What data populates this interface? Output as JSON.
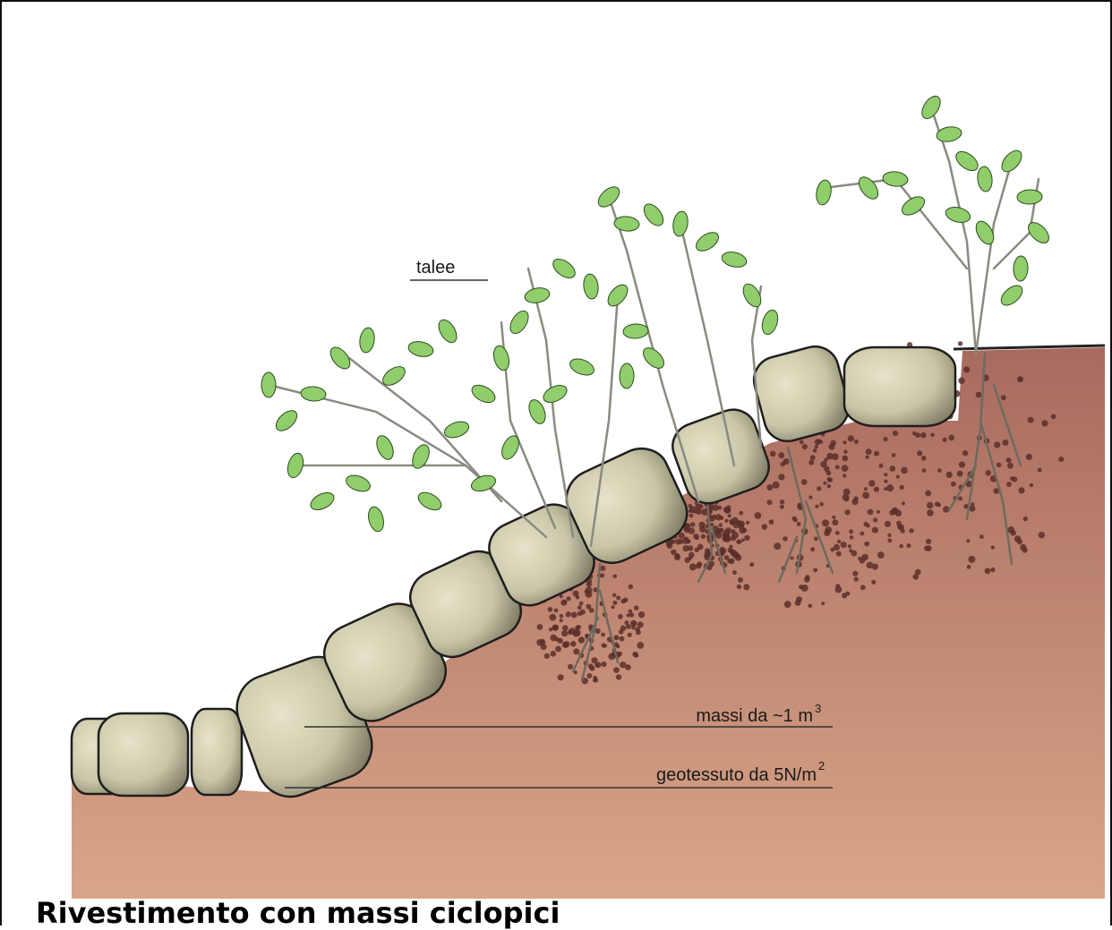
{
  "labels": {
    "talee": "talee",
    "massi": "massi da ~1 m",
    "massi_sup": "3",
    "geotessuto": "geotessuto da 5N/m",
    "geotessuto_sup": "2"
  },
  "caption": "Rivestimento con massi ciclopici",
  "colors": {
    "soil_dark": "#a86a5f",
    "soil_light": "#d9a588",
    "stone": "#c9c6a8",
    "stone_shadow": "#7e7b62",
    "leaf": "#8fce6a",
    "branch": "#8a8a82",
    "dots": "#5a2f2a"
  }
}
